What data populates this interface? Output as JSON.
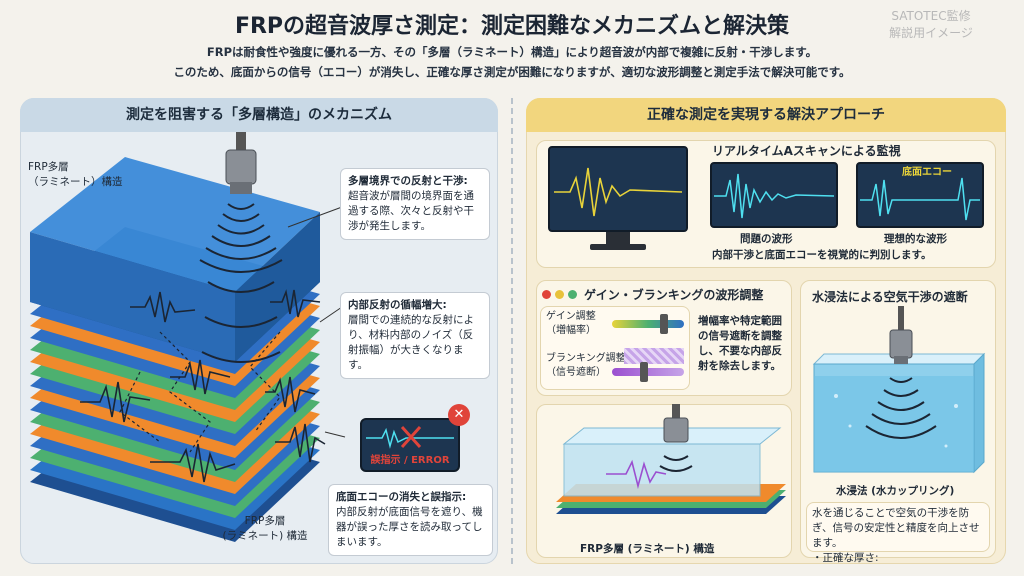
{
  "header": {
    "title": "FRPの超音波厚さ測定：測定困難なメカニズムと解決策",
    "watermark_line1": "SATOTEC監修",
    "watermark_line2": "解説用イメージ",
    "intro_line1": "FRPは耐食性や強度に優れる一方、その「多層（ラミネート）構造」により超音波が内部で複雑に反射・干渉します。",
    "intro_line2": "このため、底面からの信号（エコー）が消失し、正確な厚さ測定が困難になりますが、適切な波形調整と測定手法で解決可能です。"
  },
  "left": {
    "heading": "測定を阻害する「多層構造」のメカニズム",
    "frp_label_top_1": "FRP多層",
    "frp_label_top_2": "（ラミネート）構造",
    "frp_label_bottom_1": "FRP多層",
    "frp_label_bottom_2": "(ラミネート) 構造",
    "callout1_title": "多層境界での反射と干渉:",
    "callout1_body": "超音波が層間の境界面を通過する際、次々と反射や干渉が発生します。",
    "callout2_title": "内部反射の循幅増大:",
    "callout2_body": "層間での連続的な反射により、材料内部のノイズ（反射振幅）が大きくなります。",
    "error_text": "誤指示 / ERROR",
    "callout3_title": "底面エコーの消失と誤指示:",
    "callout3_body": "内部反射が底面信号を遮り、機器が誤った厚さを読み取ってしまいます。"
  },
  "right": {
    "heading": "正確な測定を実現する解決アプローチ",
    "ascan_title": "リアルタイムAスキャンによる監視",
    "bad_wave_label": "問題の波形",
    "good_wave_label": "理想的な波形",
    "bottom_echo_tag": "底面エコー",
    "ascan_caption": "内部干渉と底面エコーを視覚的に判別します。",
    "gain_title": "ゲイン・ブランキングの波形調整",
    "gain_label_1": "ゲイン調整",
    "gain_label_2": "（増幅率）",
    "blank_label_1": "ブランキング調整",
    "blank_label_2": "（信号遮断）",
    "gain_desc": "増幅率や特定範囲の信号遮断を調整し、不要な内部反射を除去します。",
    "water_title": "水浸法による空気干渉の遮断",
    "water_label": "水浸法 (水カップリング)",
    "water_desc_1": "水を通じることで空気の干渉を防ぎ、信号の安定性と精度を向上させます。",
    "water_desc_2": "・正確な厚さ:",
    "frp_bottom_label": "FRP多層 (ラミネート) 構造"
  },
  "colors": {
    "layer_blue": "#2f6fc4",
    "layer_green": "#4db070",
    "layer_orange": "#f08a2c",
    "wave_yellow": "#e8d33a",
    "wave_cyan": "#4fe0f0",
    "error_red": "#e0443a",
    "wave_purple": "#9b4fd0"
  }
}
